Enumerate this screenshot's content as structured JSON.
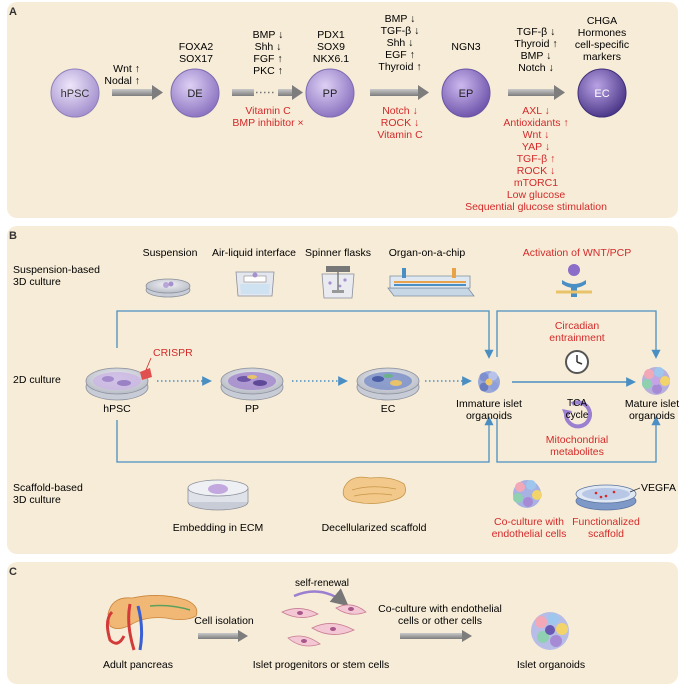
{
  "panelA": {
    "letter": "A",
    "nodes": [
      {
        "label": "hPSC"
      },
      {
        "label": "DE"
      },
      {
        "label": "PP"
      },
      {
        "label": "EP"
      },
      {
        "label": "EC"
      }
    ],
    "signals1": [
      "Wnt ↑",
      "Nodal ↑"
    ],
    "de_markers": [
      "FOXA2",
      "SOX17"
    ],
    "signals2": [
      "BMP ↓",
      "Shh ↓",
      "FGF ↑",
      "PKC ↑"
    ],
    "signals2_red": [
      "Vitamin C",
      "BMP inhibitor ×"
    ],
    "pp_markers": [
      "PDX1",
      "SOX9",
      "NKX6.1"
    ],
    "signals3": [
      "BMP ↓",
      "TGF-β ↓",
      "Shh ↓",
      "EGF ↑",
      "Thyroid ↑"
    ],
    "signals3_red": [
      "Notch ↓",
      "ROCK ↓",
      "Vitamin C"
    ],
    "ep_markers": [
      "NGN3"
    ],
    "signals4": [
      "TGF-β ↓",
      "Thyroid ↑",
      "BMP ↓",
      "Notch ↓"
    ],
    "signals4_red": [
      "AXL ↓",
      "Antioxidants ↑",
      "Wnt ↓",
      "YAP ↓",
      "TGF-β ↑",
      "ROCK ↓",
      "mTORC1",
      "Low glucose",
      "Sequential glucose stimulation"
    ],
    "ec_markers": [
      "CHGA",
      "Hormones",
      "cell-specific",
      "markers"
    ]
  },
  "panelB": {
    "letter": "B",
    "suspension_label": [
      "Suspension-based",
      "3D culture"
    ],
    "culture2d_label": "2D culture",
    "scaffold_label": [
      "Scaffold-based",
      "3D culture"
    ],
    "top_methods": [
      "Suspension",
      "Air-liquid interface",
      "Spinner flasks",
      "Organ-on-a-chip"
    ],
    "crispr": "CRISPR",
    "dishes": [
      "hPSC",
      "PP",
      "EC"
    ],
    "immature": [
      "Immature islet",
      "organoids"
    ],
    "mature": [
      "Mature islet",
      "organoids"
    ],
    "wnt": "Activation of WNT/PCP",
    "circadian": [
      "Circadian",
      "entrainment"
    ],
    "tca": [
      "TCA",
      "cycle"
    ],
    "mito": [
      "Mitochondrial",
      "metabolites"
    ],
    "bottom_methods": [
      "Embedding in ECM",
      "Decellularized scaffold"
    ],
    "coculture": [
      "Co-culture with",
      "endothelial cells"
    ],
    "functionalized": [
      "Functionalized",
      "scaffold"
    ],
    "vegfa": "VEGFA"
  },
  "panelC": {
    "letter": "C",
    "adult": "Adult pancreas",
    "isolation": "Cell isolation",
    "self_renewal": "self-renewal",
    "progenitors": "Islet progenitors or stem cells",
    "coculture": [
      "Co-culture with endothelial",
      "cells or other cells"
    ],
    "organoids": "Islet organoids"
  },
  "colors": {
    "panel": "#f7ecd7",
    "red": "#d42a2a",
    "arrow": "#8a8a8a",
    "blue": "#4a8fc4"
  }
}
